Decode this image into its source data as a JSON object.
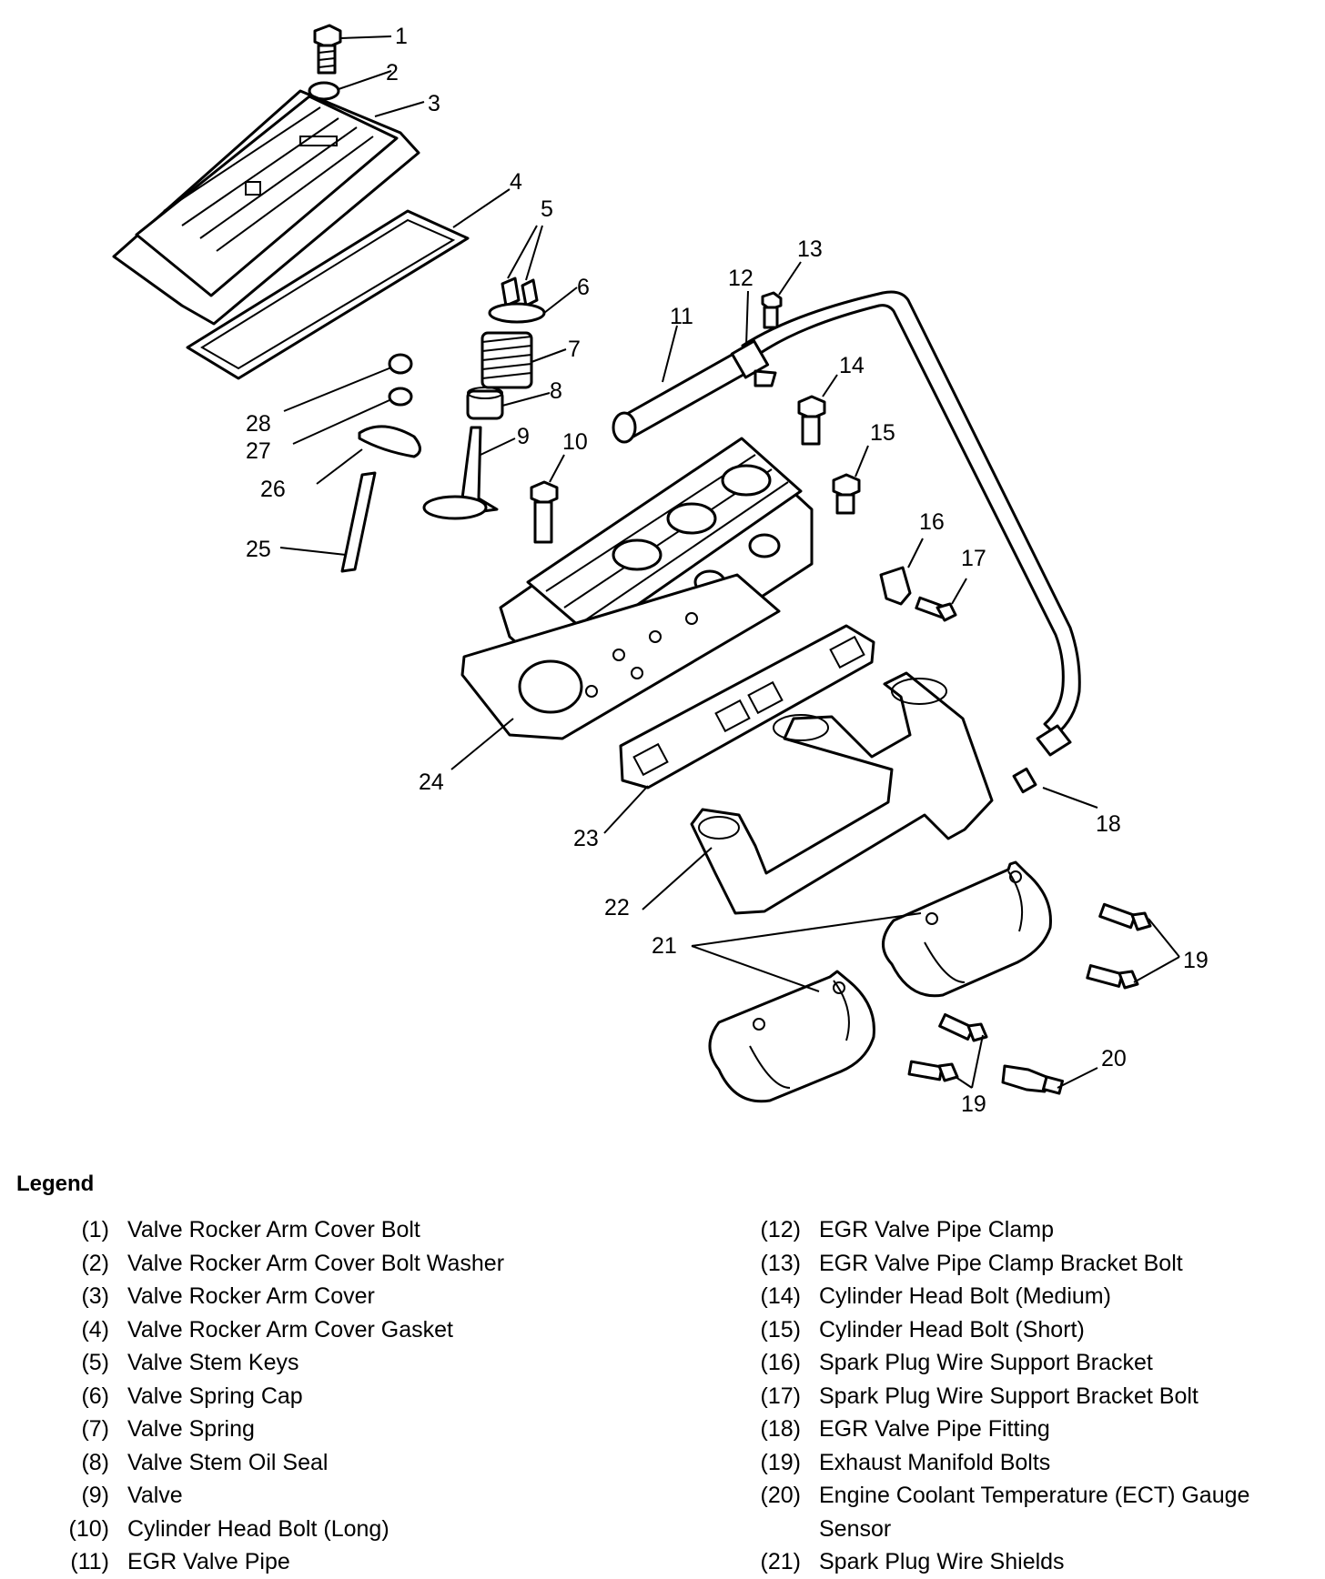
{
  "callouts": [
    "1",
    "2",
    "3",
    "4",
    "5",
    "6",
    "7",
    "8",
    "9",
    "10",
    "11",
    "12",
    "13",
    "14",
    "15",
    "16",
    "17",
    "18",
    "19",
    "19",
    "20",
    "21",
    "22",
    "23",
    "24",
    "25",
    "26",
    "27",
    "28"
  ],
  "legend": {
    "title": "Legend",
    "left": [
      {
        "num": "(1)",
        "text": "Valve Rocker Arm Cover Bolt"
      },
      {
        "num": "(2)",
        "text": "Valve Rocker Arm Cover Bolt Washer"
      },
      {
        "num": "(3)",
        "text": "Valve Rocker Arm Cover"
      },
      {
        "num": "(4)",
        "text": "Valve Rocker Arm Cover Gasket"
      },
      {
        "num": "(5)",
        "text": "Valve Stem Keys"
      },
      {
        "num": "(6)",
        "text": "Valve Spring Cap"
      },
      {
        "num": "(7)",
        "text": "Valve Spring"
      },
      {
        "num": "(8)",
        "text": "Valve Stem Oil Seal"
      },
      {
        "num": "(9)",
        "text": "Valve"
      },
      {
        "num": "(10)",
        "text": "Cylinder Head Bolt (Long)"
      },
      {
        "num": "(11)",
        "text": "EGR Valve Pipe"
      }
    ],
    "right": [
      {
        "num": "(12)",
        "text": "EGR Valve Pipe Clamp"
      },
      {
        "num": "(13)",
        "text": "EGR Valve Pipe Clamp Bracket Bolt"
      },
      {
        "num": "(14)",
        "text": "Cylinder Head Bolt (Medium)"
      },
      {
        "num": "(15)",
        "text": "Cylinder Head Bolt (Short)"
      },
      {
        "num": "(16)",
        "text": "Spark Plug Wire Support Bracket"
      },
      {
        "num": "(17)",
        "text": "Spark Plug Wire Support Bracket Bolt"
      },
      {
        "num": "(18)",
        "text": "EGR Valve Pipe Fitting"
      },
      {
        "num": "(19)",
        "text": "Exhaust Manifold Bolts"
      },
      {
        "num": "(20)",
        "text": "Engine Coolant Temperature (ECT) Gauge Sensor"
      },
      {
        "num": "(21)",
        "text": "Spark Plug Wire Shields"
      }
    ]
  }
}
